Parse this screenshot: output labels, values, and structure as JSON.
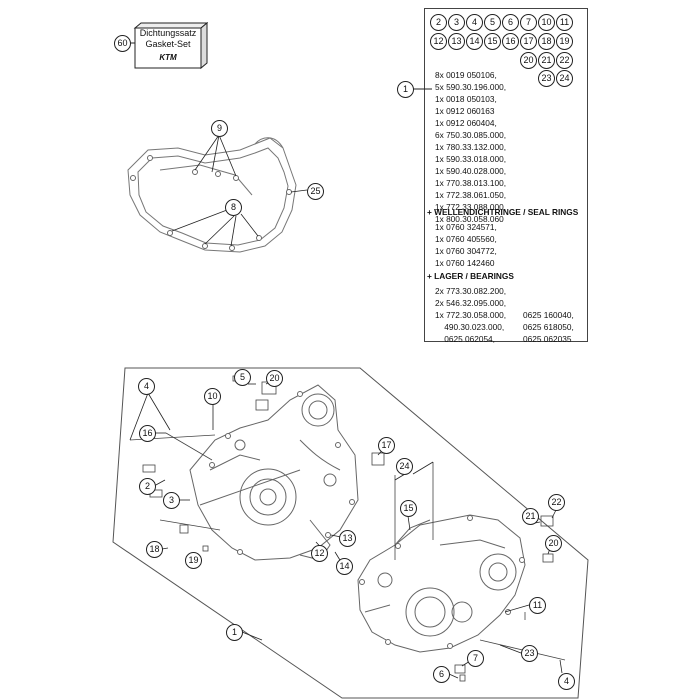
{
  "gasket_set": {
    "callout": "60",
    "line1": "Dichtungssatz",
    "line2": "Gasket-Set",
    "logo": "KTM"
  },
  "parts_panel": {
    "circle_numbers": [
      "2",
      "3",
      "4",
      "5",
      "6",
      "7",
      "10",
      "11",
      "12",
      "13",
      "14",
      "15",
      "16",
      "17",
      "18",
      "19",
      "20",
      "21",
      "22",
      "23",
      "24"
    ],
    "main_callout": "1",
    "screws": [
      "8x 0019 050106,",
      "5x 590.30.196.000,",
      "1x 0018 050103,",
      "1x 0912 060163",
      "1x 0912 060404,",
      "6x 750.30.085.000,",
      "1x 780.33.132.000,",
      "1x 590.33.018.000,",
      "1x 590.40.028.000,",
      "1x 770.38.013.100,",
      "1x 772.38.061.050,",
      "1x 772.33.088.000,",
      "1x 800.30.058.060"
    ],
    "seal_heading": "+ WELLENDICHTRINGE / SEAL RINGS",
    "seals": [
      "1x 0760 324571,",
      "1x 0760 405560,",
      "1x 0760 304772,",
      "1x 0760 142460"
    ],
    "bearing_heading": "+ LAGER / BEARINGS",
    "bearings": [
      "2x 773.30.082.200,",
      "2x 546.32.095.000,",
      "1x 772.30.058.000,",
      "    490.30.023.000,",
      "    0625 062054,"
    ],
    "bearings_right": [
      "0625 160040,",
      "0625 618050,",
      "0625 062035"
    ]
  },
  "gasket_callouts": [
    "9",
    "8",
    "25"
  ],
  "engine_callouts": [
    "4",
    "16",
    "2",
    "3",
    "18",
    "19",
    "10",
    "5",
    "20",
    "12",
    "13",
    "14",
    "17",
    "24",
    "15",
    "21",
    "22",
    "20",
    "11",
    "23",
    "7",
    "6",
    "4",
    "1"
  ]
}
